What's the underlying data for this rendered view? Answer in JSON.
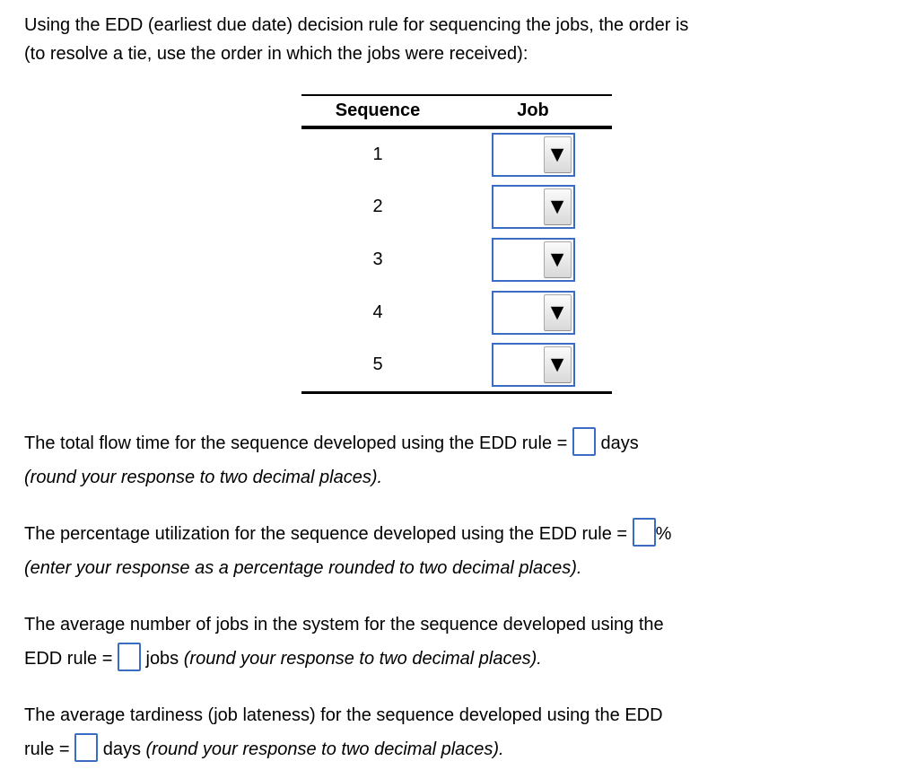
{
  "page": {
    "background": "#ffffff",
    "text_color": "#000000",
    "accent_blue": "#3b6cc4",
    "table_border_black": "#000000"
  },
  "intro": {
    "lines": [
      "Using the EDD (earliest due date) decision rule for sequencing the jobs, the order is",
      "(to resolve a tie, use the order in which the jobs were received):"
    ]
  },
  "table": {
    "col_sequence": "Sequence",
    "col_job": "Job",
    "dropdown_icon": "▼",
    "dropdown_icon_name": "dropdown-arrow-icon",
    "rows": [
      {
        "sequence": "1",
        "job_value": ""
      },
      {
        "sequence": "2",
        "job_value": ""
      },
      {
        "sequence": "3",
        "job_value": ""
      },
      {
        "sequence": "4",
        "job_value": ""
      },
      {
        "sequence": "5",
        "job_value": ""
      }
    ]
  },
  "questions": [
    {
      "id": "total-flow-time",
      "lines": [
        [
          {
            "t": "text",
            "v": "The total flow time for the sequence developed using the EDD rule = "
          },
          {
            "t": "input",
            "v": ""
          },
          {
            "t": "text",
            "v": " days"
          }
        ],
        [
          {
            "t": "italic",
            "v": "(round your response to two decimal places)."
          }
        ]
      ]
    },
    {
      "id": "percentage-utilization",
      "lines": [
        [
          {
            "t": "text",
            "v": "The percentage utilization for the sequence developed using the EDD rule = "
          },
          {
            "t": "input",
            "v": ""
          },
          {
            "t": "text",
            "v": "%"
          }
        ],
        [
          {
            "t": "italic",
            "v": "(enter your response as a percentage rounded to two decimal places)."
          }
        ]
      ]
    },
    {
      "id": "average-jobs-in-system",
      "lines": [
        [
          {
            "t": "text",
            "v": "The average number of jobs in the system for the sequence developed using the"
          }
        ],
        [
          {
            "t": "text",
            "v": "EDD rule = "
          },
          {
            "t": "input",
            "v": ""
          },
          {
            "t": "text",
            "v": " jobs "
          },
          {
            "t": "italic",
            "v": "(round your response to two decimal places)."
          }
        ]
      ]
    },
    {
      "id": "average-tardiness",
      "lines": [
        [
          {
            "t": "text",
            "v": "The average tardiness (job lateness) for the sequence developed using the EDD"
          }
        ],
        [
          {
            "t": "text",
            "v": "rule = "
          },
          {
            "t": "input",
            "v": ""
          },
          {
            "t": "text",
            "v": " days "
          },
          {
            "t": "italic",
            "v": "(round your response to two decimal places)."
          }
        ]
      ]
    }
  ]
}
